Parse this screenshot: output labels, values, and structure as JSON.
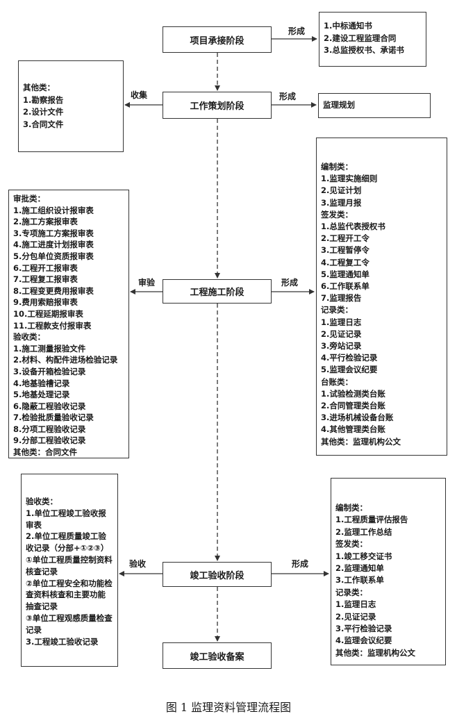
{
  "stages": {
    "s1": "项目承接阶段",
    "s2": "工作策划阶段",
    "s3": "工程施工阶段",
    "s4": "竣工验收阶段",
    "s5": "竣工验收备案"
  },
  "edge_labels": {
    "s1_right": "形成",
    "s2_left": "收集",
    "s2_right": "形成",
    "s3_left": "审验",
    "s3_right": "形成",
    "s4_left": "验收",
    "s4_right": "形成"
  },
  "boxes": {
    "s1_out": [
      "1.中标通知书",
      "2.建设工程监理合同",
      "3.总监授权书、承诺书"
    ],
    "s2_in": [
      "其他类：",
      "1.勘察报告",
      "2.设计文件",
      "3.合同文件"
    ],
    "s2_out": [
      "监理规划"
    ],
    "s3_in": [
      "审批类：",
      "1.施工组织设计报审表",
      "2.施工方案报审表",
      "3.专项施工方案报审表",
      "4.施工进度计划报审表",
      "5.分包单位资质报审表",
      "6.工程开工报审表",
      "7.工程复工报审表",
      "8.工程变更费用报审表",
      "9.费用索赔报审表",
      "10.工程延期报审表",
      "11.工程款支付报审表",
      "验收类：",
      "1.施工测量报验文件",
      "2.材料、构配件进场检验记录",
      "3.设备开箱检验记录",
      "4.地基验槽记录",
      "5.地基处理记录",
      "6.隐蔽工程验收记录",
      "7.检验批质量验收记录",
      "8.分项工程验收记录",
      "9.分部工程验收记录",
      "其他类：合同文件"
    ],
    "s3_out": [
      "编制类：",
      "1.监理实施细则",
      "2.见证计划",
      "3.监理月报",
      "签发类：",
      "1.总监代表授权书",
      "2.工程开工令",
      "3.工程暂停令",
      "4.工程复工令",
      "5.监理通知单",
      "6.工作联系单",
      "7.监理报告",
      "记录类：",
      "1.监理日志",
      "2.见证记录",
      "3.旁站记录",
      "4.平行检验记录",
      "5.监理会议纪要",
      "台账类：",
      "1.试验检测类台账",
      "2.合同管理类台账",
      "3.进场机械设备台账",
      "4.其他管理类台账",
      "其他类：监理机构公文"
    ],
    "s4_in": [
      "验收类：",
      "1.单位工程竣工验收报审表",
      "2.单位工程质量竣工验收记录（分部+①②③）",
      "①单位工程质量控制资料核查记录",
      "②单位工程安全和功能检查资料核查和主要功能抽查记录",
      "③单位工程观感质量检查记录",
      "3.工程竣工验收记录"
    ],
    "s4_out": [
      "编制类：",
      "1.工程质量评估报告",
      "2.监理工作总结",
      "签发类：",
      "1.竣工移交证书",
      "2.监理通知单",
      "3.工作联系单",
      "记录类：",
      "1.监理日志",
      "2.见证记录",
      "3.平行检验记录",
      "4.监理会议纪要",
      "其他类：监理机构公文"
    ]
  },
  "caption": "图 1   监理资料管理流程图"
}
